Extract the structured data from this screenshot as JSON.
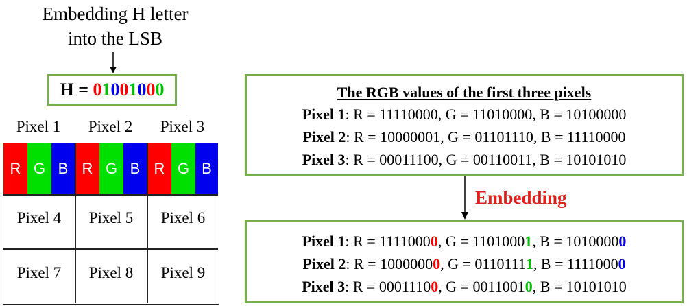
{
  "heading": {
    "line1": "Embedding H letter",
    "line2": "into the LSB"
  },
  "h_box": {
    "prefix": "H = ",
    "bits": [
      {
        "digit": "0",
        "color": "#ff0000"
      },
      {
        "digit": "1",
        "color": "#00c000"
      },
      {
        "digit": "0",
        "color": "#0000ee"
      },
      {
        "digit": "0",
        "color": "#ff0000"
      },
      {
        "digit": "1",
        "color": "#00c000"
      },
      {
        "digit": "0",
        "color": "#0000ee"
      },
      {
        "digit": "0",
        "color": "#ff0000"
      },
      {
        "digit": "0",
        "color": "#00c000"
      }
    ]
  },
  "pixel_labels": [
    "Pixel 1",
    "Pixel 2",
    "Pixel 3"
  ],
  "channels": [
    "R",
    "G",
    "B"
  ],
  "grid_labels": [
    "Pixel 4",
    "Pixel 5",
    "Pixel 6",
    "Pixel 7",
    "Pixel 8",
    "Pixel 9"
  ],
  "colors": {
    "red": "#ff0000",
    "green": "#00e000",
    "blue": "#0000ee",
    "border": "#77b04b",
    "embed": "#e0201b"
  },
  "original": {
    "title": "The RGB values of the first three pixels",
    "rows": [
      {
        "label": "Pixel 1",
        "text": ": R = 11110000, G = 11010000, B = 10100000"
      },
      {
        "label": "Pixel 2",
        "text": ": R = 10000001, G = 01101110, B = 11110000"
      },
      {
        "label": "Pixel 3",
        "text": ": R = 00011100, G = 00110011, B = 10101010"
      }
    ]
  },
  "arrow_label": "Embedding",
  "embedded": {
    "rows": [
      {
        "label": "Pixel 1",
        "r_pre": "1111000",
        "r_bit": "0",
        "g_pre": "1101000",
        "g_bit": "1",
        "b_pre": "1010000",
        "b_bit": "0"
      },
      {
        "label": "Pixel 2",
        "r_pre": "1000000",
        "r_bit": "0",
        "g_pre": "0110111",
        "g_bit": "1",
        "b_pre": "1111000",
        "b_bit": "0"
      },
      {
        "label": "Pixel 3",
        "r_pre": "0001110",
        "r_bit": "0",
        "g_pre": "0011001",
        "g_bit": "0",
        "b_pre": "10101010",
        "b_bit": ""
      }
    ]
  }
}
